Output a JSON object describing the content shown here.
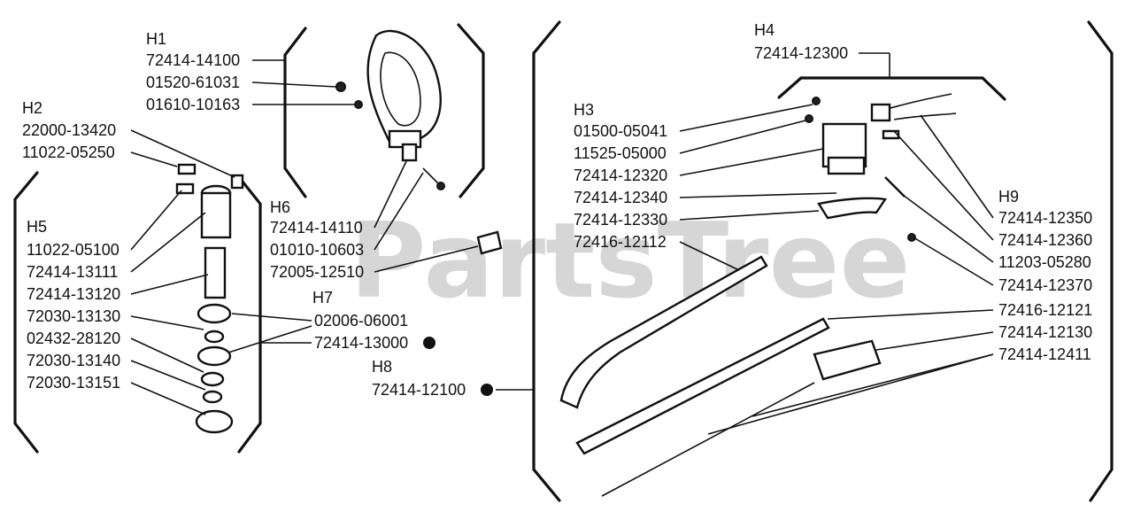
{
  "watermark": "PartsTree",
  "groups": {
    "H1": "H1",
    "H2": "H2",
    "H3": "H3",
    "H4": "H4",
    "H5": "H5",
    "H6": "H6",
    "H7": "H7",
    "H8": "H8",
    "H9": "H9"
  },
  "parts": {
    "h1_1": "72414-14100",
    "h1_2": "01520-61031",
    "h1_3": "01610-10163",
    "h2_1": "22000-13420",
    "h2_2": "11022-05250",
    "h5_1": "11022-05100",
    "h5_2": "72414-13111",
    "h5_3": "72414-13120",
    "h5_4": "72030-13130",
    "h5_5": "02432-28120",
    "h5_6": "72030-13140",
    "h5_7": "72030-13151",
    "h6_1": "72414-14110",
    "h6_2": "01010-10603",
    "h6_3": "72005-12510",
    "h7_1": "02006-06001",
    "h7_2": "72414-13000",
    "h8_1": "72414-12100",
    "h4_1": "72414-12300",
    "h3_1": "01500-05041",
    "h3_2": "11525-05000",
    "h3_3": "72414-12320",
    "h3_4": "72414-12340",
    "h3_5": "72414-12330",
    "h3_6": "72416-12112",
    "h9_1": "72414-12350",
    "h9_2": "72414-12360",
    "h9_3": "11203-05280",
    "h9_4": "72414-12370",
    "r_1": "72416-12121",
    "r_2": "72414-12130",
    "r_3": "72414-12411"
  },
  "icons": {
    "kit_marker": "filled-circle-icon"
  }
}
